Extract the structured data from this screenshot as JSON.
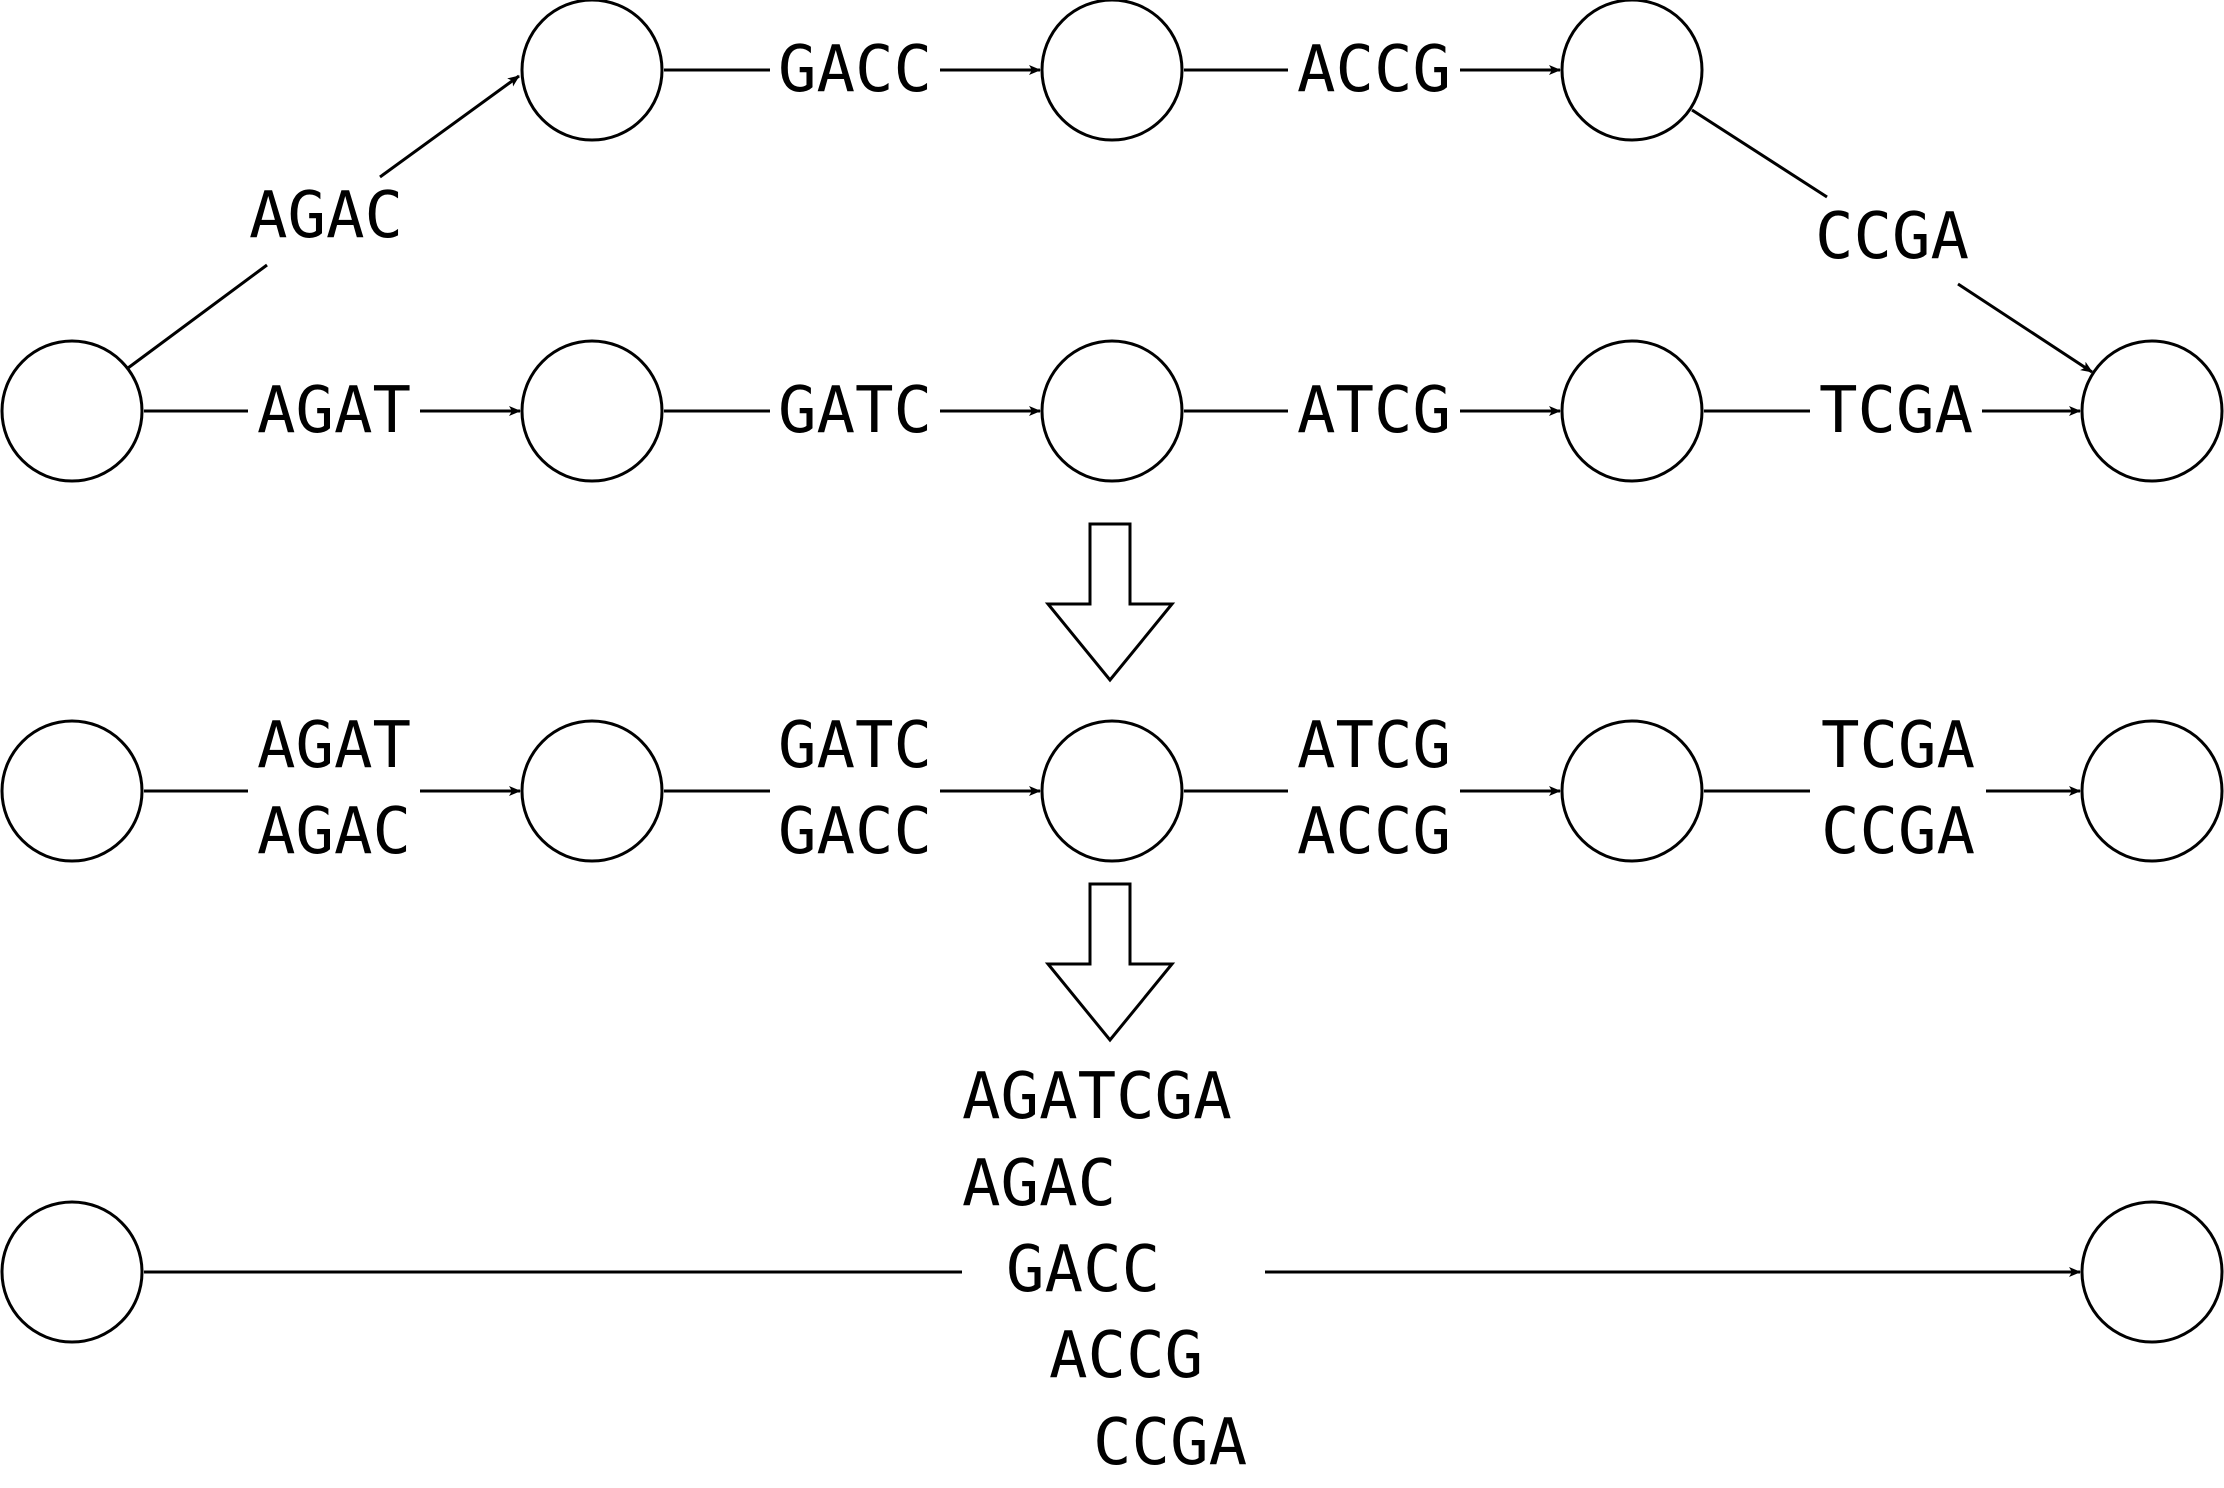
{
  "graph1": {
    "upper_edges": [
      "AGAC",
      "GACC",
      "ACCG",
      "CCGA"
    ],
    "lower_edges": [
      "AGAT",
      "GATC",
      "ATCG",
      "TCGA"
    ]
  },
  "graph2": {
    "edges": [
      {
        "top": "AGAT",
        "bottom": "AGAC"
      },
      {
        "top": "GATC",
        "bottom": "GACC"
      },
      {
        "top": "ATCG",
        "bottom": "ACCG"
      },
      {
        "top": "TCGA",
        "bottom": "CCGA"
      }
    ]
  },
  "graph3": {
    "alignment": [
      "AGATCGA",
      "AGAC",
      "GACC",
      "ACCG",
      "CCGA"
    ]
  },
  "colors": {
    "stroke": "#000000",
    "background": "#ffffff"
  }
}
